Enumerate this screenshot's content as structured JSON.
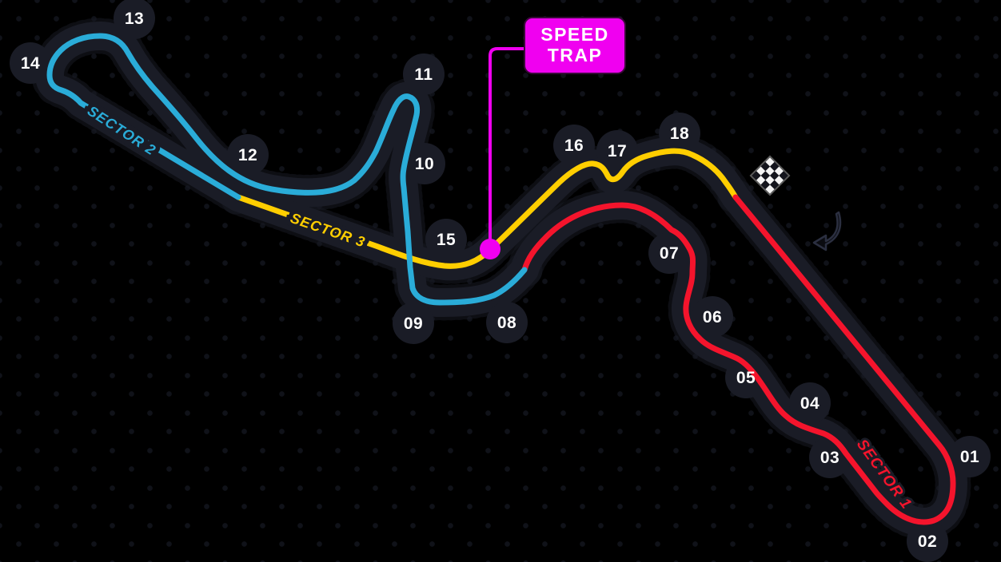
{
  "page": {
    "type": "formula1-circuit-track-map",
    "background_color": "#000000"
  },
  "track": {
    "band_color": "#1a1c26",
    "turn_label_color": "#ffffff",
    "turns": [
      {
        "number": "01"
      },
      {
        "number": "02"
      },
      {
        "number": "03"
      },
      {
        "number": "04"
      },
      {
        "number": "05"
      },
      {
        "number": "06"
      },
      {
        "number": "07"
      },
      {
        "number": "08"
      },
      {
        "number": "09"
      },
      {
        "number": "10"
      },
      {
        "number": "11"
      },
      {
        "number": "12"
      },
      {
        "number": "13"
      },
      {
        "number": "14"
      },
      {
        "number": "15"
      },
      {
        "number": "16"
      },
      {
        "number": "17"
      },
      {
        "number": "18"
      }
    ],
    "sectors": [
      {
        "label": "SECTOR 1",
        "color": "#F4142C"
      },
      {
        "label": "SECTOR 2",
        "color": "#2AACD8"
      },
      {
        "label": "SECTOR 3",
        "color": "#FFCE00"
      }
    ]
  },
  "speed_trap": {
    "line1": "SPEED",
    "line2": "TRAP",
    "box_color": "#F000F0",
    "text_color": "#ffffff"
  },
  "icons": {
    "finish": "checkered-flag-icon",
    "direction": "race-direction-arrow-icon"
  }
}
